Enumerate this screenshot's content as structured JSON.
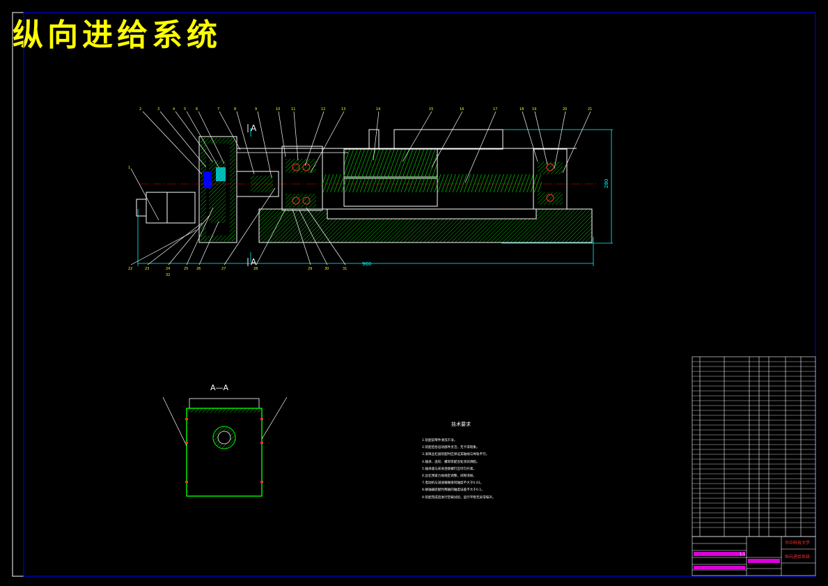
{
  "title": "纵向进给系统",
  "section_label": "A—A",
  "section_mark": "A",
  "tech_notes_title": "技术要求",
  "tech_notes": [
    "1.装配前零件清洗干净。",
    "2.装配后各运动部件灵活，无卡滞现象。",
    "3.滚珠丝杠副装配时应保证其轴线与导轨平行。",
    "4.轴承、齿轮、螺母等配合处涂润滑脂。",
    "5.轴承座与床身连接螺钉应均匀拧紧。",
    "6.丝杠预紧力按规定调整，间隙消除。",
    "7.电动机与减速箱联接同轴度不大于0.02。",
    "8.联轴器装配时两轴同轴度误差不大于0.1。",
    "9.装配完成后进行空载试验，运行平稳无异常噪声。"
  ],
  "balloons_top": [
    "2",
    "3",
    "4",
    "5",
    "6",
    "7",
    "8",
    "9",
    "10",
    "11",
    "12",
    "13",
    "14",
    "15",
    "16",
    "17",
    "18",
    "19",
    "20",
    "21"
  ],
  "balloons_bottom": [
    "22",
    "23",
    "24",
    "25",
    "26",
    "27",
    "28",
    "29",
    "30",
    "31",
    "32"
  ],
  "balloons_left": [
    "1"
  ],
  "title_block": {
    "school": "华中科技大学",
    "drawing_name": "纵向进给系统",
    "scale": "1:1"
  }
}
